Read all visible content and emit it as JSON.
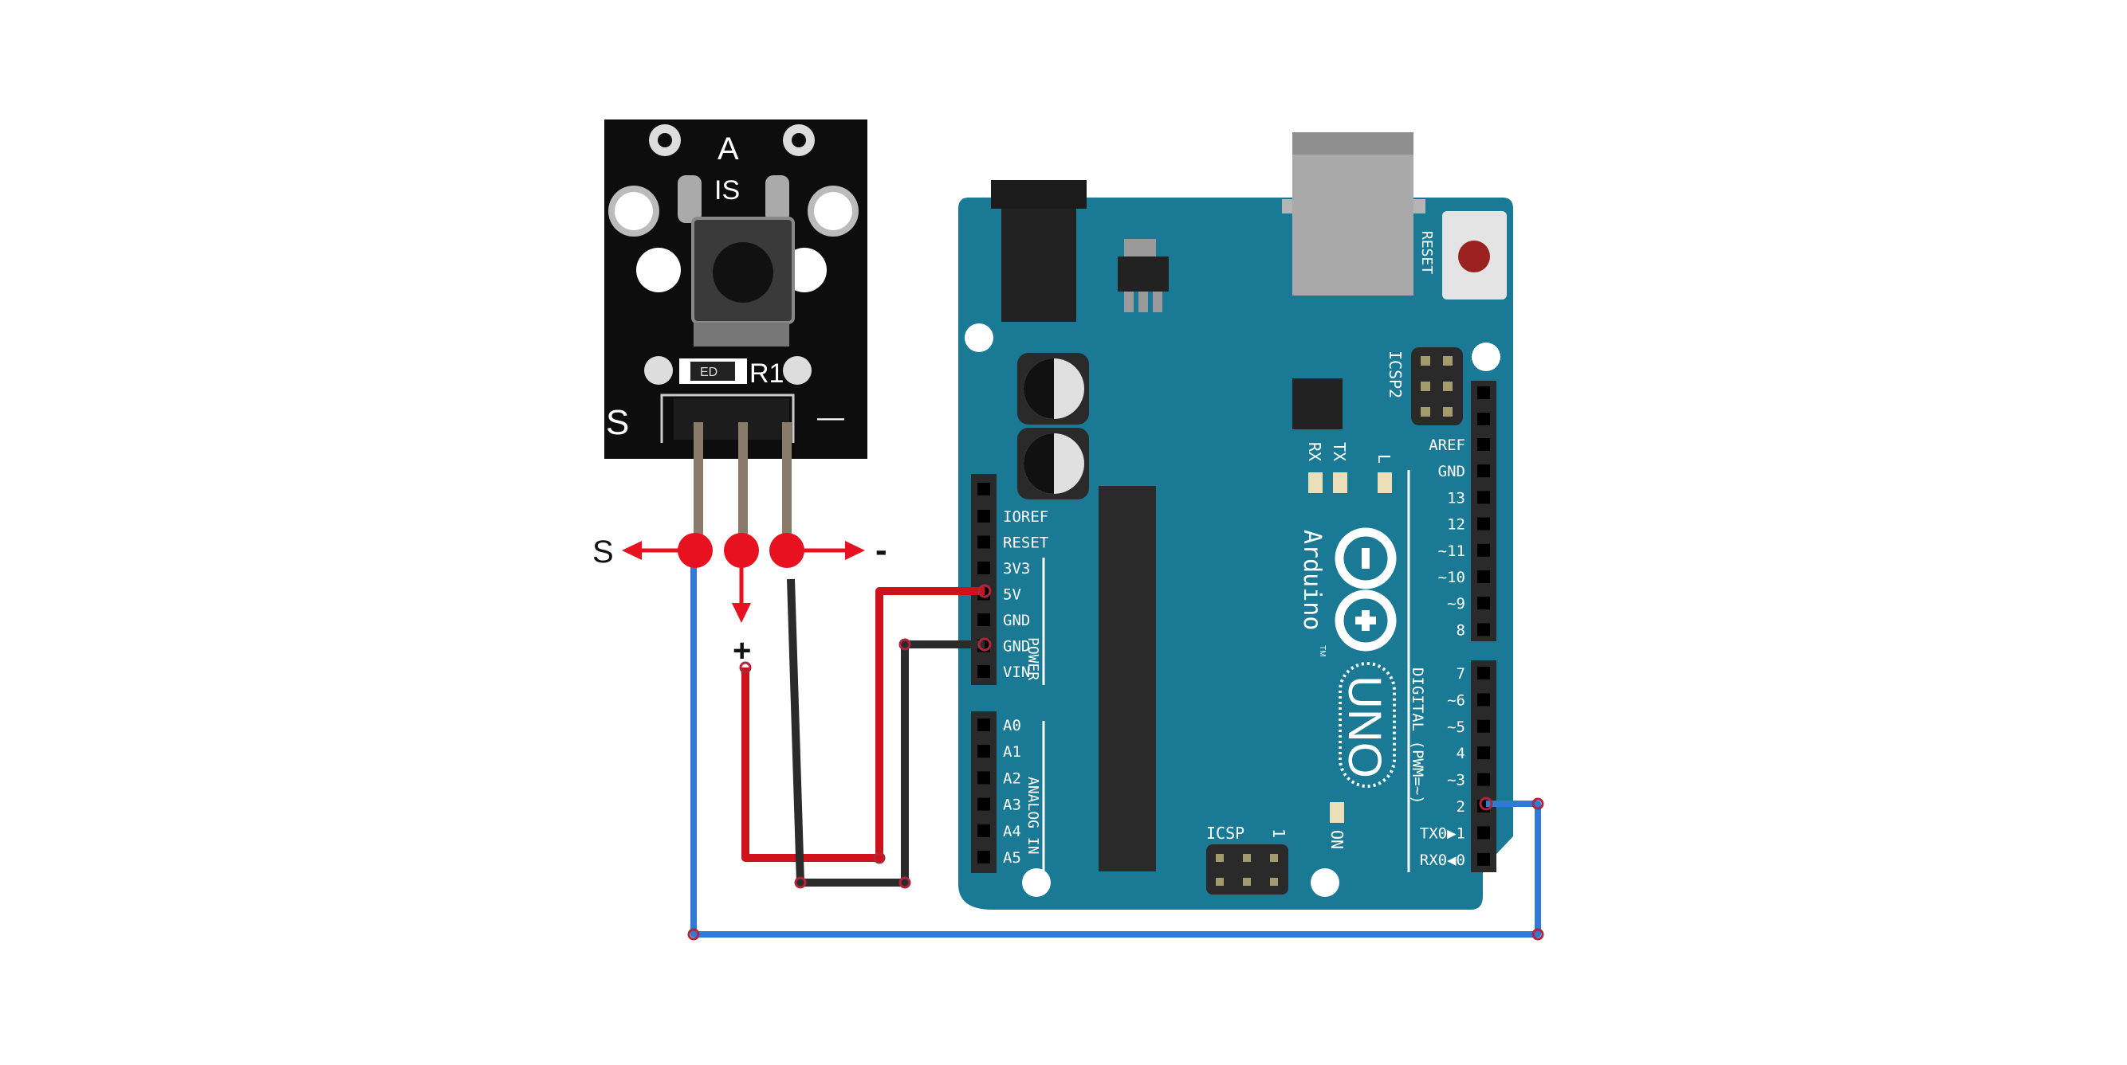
{
  "module": {
    "label_top": "A",
    "label_sw": "IS",
    "label_r1": "R1",
    "label_res": "ED",
    "label_s": "S",
    "label_minus": "—"
  },
  "pin_callouts": {
    "signal": "S",
    "plus": "+",
    "minus": "-"
  },
  "board": {
    "brand": "Arduino",
    "tm": "TM",
    "model": "UNO",
    "reset_label": "RESET",
    "icsp2_label": "ICSP2",
    "icsp_label": "ICSP",
    "icsp_pin1": "1",
    "rx": "RX",
    "tx": "TX",
    "l": "L",
    "on": "ON",
    "power_label": "POWER",
    "analog_label": "ANALOG IN",
    "digital_label": "DIGITAL (PWM=~)",
    "power_pins": [
      "IOREF",
      "RESET",
      "3V3",
      "5V",
      "GND",
      "GND",
      "VIN"
    ],
    "analog_pins": [
      "A0",
      "A1",
      "A2",
      "A3",
      "A4",
      "A5"
    ],
    "digital_high": [
      "AREF",
      "GND",
      "13",
      "12",
      "~11",
      "~10",
      "~9",
      "8"
    ],
    "digital_low": [
      "7",
      "~6",
      "~5",
      "4",
      "~3",
      "2",
      "TX0▶1",
      "RX0◀0"
    ]
  },
  "colors": {
    "board": "#1a7a96",
    "wire_5v": "#d0111b",
    "wire_gnd": "#2b2b2b",
    "wire_signal": "#2f7ad6",
    "dot": "#e8111f"
  }
}
